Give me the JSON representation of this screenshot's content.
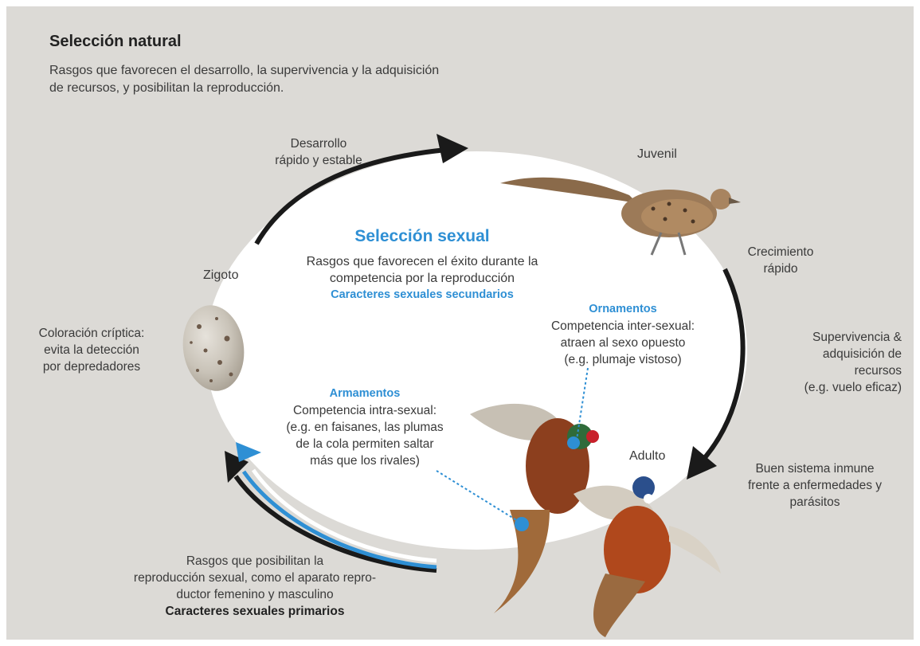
{
  "natural_selection": {
    "title": "Selección natural",
    "description_lines": [
      "Rasgos que favorecen el desarrollo, la supervivencia y la adquisición",
      "de recursos, y posibilitan la reproducción."
    ]
  },
  "sexual_selection": {
    "title": "Selección sexual",
    "description_lines": [
      "Rasgos que favorecen el éxito durante la",
      "competencia por la reproducción"
    ],
    "secondary_label": "Caracteres sexuales secundarios"
  },
  "stages": {
    "zygote": "Zigoto",
    "juvenile": "Juvenil",
    "adult": "Adulto"
  },
  "arrows": {
    "development": [
      "Desarrollo",
      "rápido y estable"
    ],
    "growth": [
      "Crecimiento",
      "rápido"
    ],
    "survival": [
      "Supervivencia &",
      "adquisición de",
      "recursos",
      "(e.g. vuelo eficaz)"
    ],
    "immune": [
      "Buen sistema inmune",
      "frente a enfermedades y",
      "parásitos"
    ],
    "cryptic": [
      "Coloración críptica:",
      "evita la detección",
      "por depredadores"
    ],
    "primary": {
      "lines": [
        "Rasgos que posibilitan la",
        "reproducción sexual, como el aparato repro-",
        "ductor femenino y masculino"
      ],
      "bold": "Caracteres sexuales primarios"
    }
  },
  "ornaments": {
    "title": "Ornamentos",
    "lines": [
      "Competencia inter-sexual:",
      "atraen al sexo opuesto",
      "(e.g. plumaje vistoso)"
    ]
  },
  "armaments": {
    "title": "Armamentos",
    "lines": [
      "Competencia intra-sexual:",
      "(e.g. en faisanes, las plumas",
      "de la cola permiten saltar",
      "más que los rivales)"
    ]
  },
  "colors": {
    "background": "#dcdad6",
    "accent_blue": "#2e8fd4",
    "arrow_black": "#1a1a1a",
    "text": "#3a3a3a"
  }
}
